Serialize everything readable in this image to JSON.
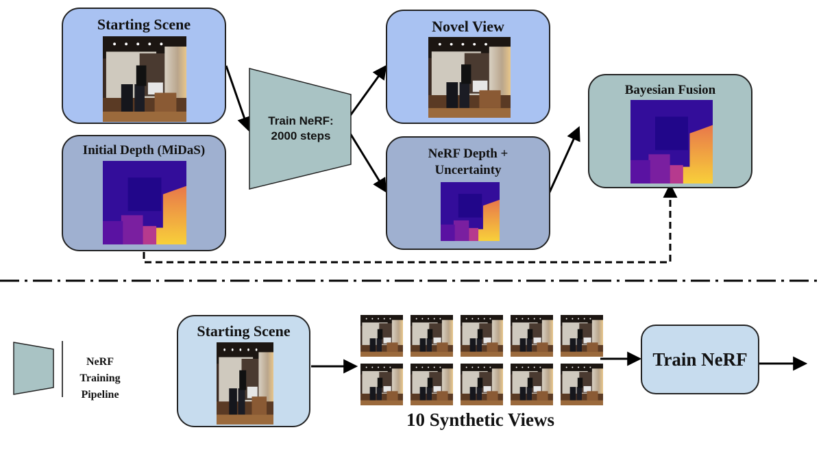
{
  "top": {
    "starting_scene": {
      "title": "Starting Scene"
    },
    "initial_depth": {
      "title": "Initial Depth (MiDaS)"
    },
    "train_nerf": {
      "line1": "Train NeRF:",
      "line2": "2000 steps"
    },
    "novel_view": {
      "title": "Novel View"
    },
    "nerf_depth": {
      "line1": "NeRF Depth +",
      "line2": "Uncertainty"
    },
    "bayesian_fusion": {
      "title": "Bayesian Fusion"
    }
  },
  "legend": {
    "line1": "NeRF Training",
    "line2": "Pipeline"
  },
  "bottom": {
    "starting_scene": {
      "title": "Starting Scene"
    },
    "synthetic_views": {
      "caption": "10 Synthetic Views",
      "count": 10
    },
    "train_nerf": {
      "title": "Train NeRF"
    }
  },
  "colors": {
    "scene_box": "#a9c2f2",
    "depth_box": "#9fb0d0",
    "fusion_box": "#a9c3c4",
    "bottom_box": "#c7dcee",
    "trapezoid": "#a9c3c4"
  }
}
